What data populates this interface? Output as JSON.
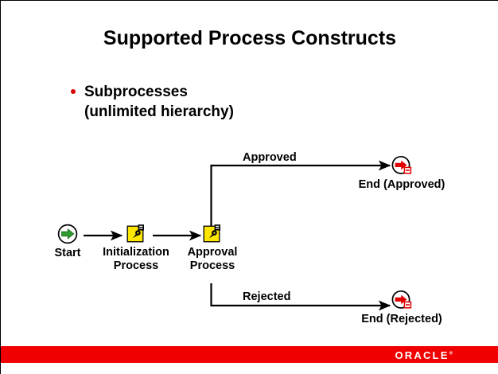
{
  "slide": {
    "title": "Supported Process Constructs",
    "background_color": "#ffffff",
    "border_color": "#000000"
  },
  "bullet": {
    "marker_color": "#d40000",
    "line_1": "Subprocesses",
    "line_2": "(unlimited hierarchy)"
  },
  "diagram": {
    "type": "process-flow",
    "line_color": "#000000",
    "nodes": [
      {
        "id": "start",
        "label": "Start",
        "icon": "start-event-icon",
        "icon_colors": {
          "fill": "#ffffff",
          "stroke": "#000000",
          "accent": "#2f9e2f"
        }
      },
      {
        "id": "initialization-process",
        "label_line_1": "Initialization",
        "label_line_2": "Process",
        "icon": "subprocess-gear-icon",
        "icon_colors": {
          "fill": "#ffe600",
          "stroke": "#000000",
          "accent": "#000000"
        }
      },
      {
        "id": "approval-process",
        "label_line_1": "Approval",
        "label_line_2": "Process",
        "icon": "subprocess-gear-icon",
        "icon_colors": {
          "fill": "#ffe600",
          "stroke": "#000000",
          "accent": "#000000"
        }
      },
      {
        "id": "end-approved",
        "label": "End (Approved)",
        "icon": "end-event-icon",
        "icon_colors": {
          "fill": "#ffffff",
          "stroke": "#000000",
          "accent": "#e00000"
        }
      },
      {
        "id": "end-rejected",
        "label": "End (Rejected)",
        "icon": "end-event-icon",
        "icon_colors": {
          "fill": "#ffffff",
          "stroke": "#000000",
          "accent": "#e00000"
        }
      }
    ],
    "edge_labels": {
      "approved": "Approved",
      "rejected": "Rejected"
    }
  },
  "footer": {
    "bar_color": "#f00000",
    "logo_text": "ORACLE",
    "logo_trademark": "®"
  }
}
